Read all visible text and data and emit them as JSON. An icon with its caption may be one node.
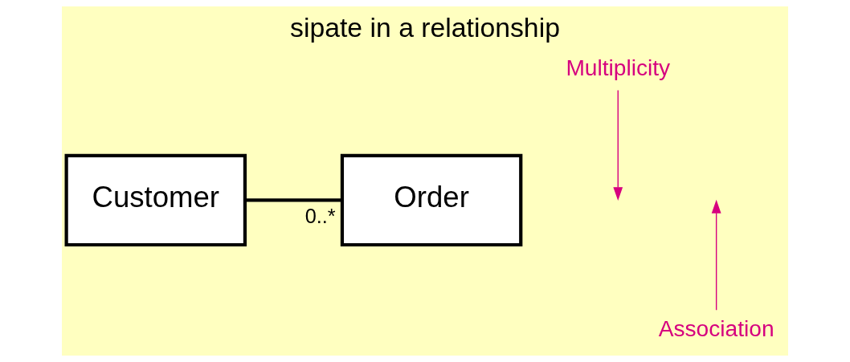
{
  "diagram": {
    "title": "sipate in a relationship",
    "nodes": [
      {
        "text": [
          "Customer"
        ]
      },
      {
        "text": [
          "Order"
        ]
      },
      {
        "text": [
          "Multiplicity"
        ]
      },
      {
        "text": [
          "Association"
        ]
      }
    ],
    "edges": [
      {
        "from": 0,
        "to": 1,
        "arrow": "none",
        "label": "0..*",
        "style": "thick",
        "color": "#000000"
      },
      {
        "from": 2,
        "to": null,
        "arrow": "to",
        "color": "#d6007f"
      },
      {
        "from": 3,
        "to": null,
        "arrow": "to",
        "color": "#d6007f"
      }
    ]
  }
}
